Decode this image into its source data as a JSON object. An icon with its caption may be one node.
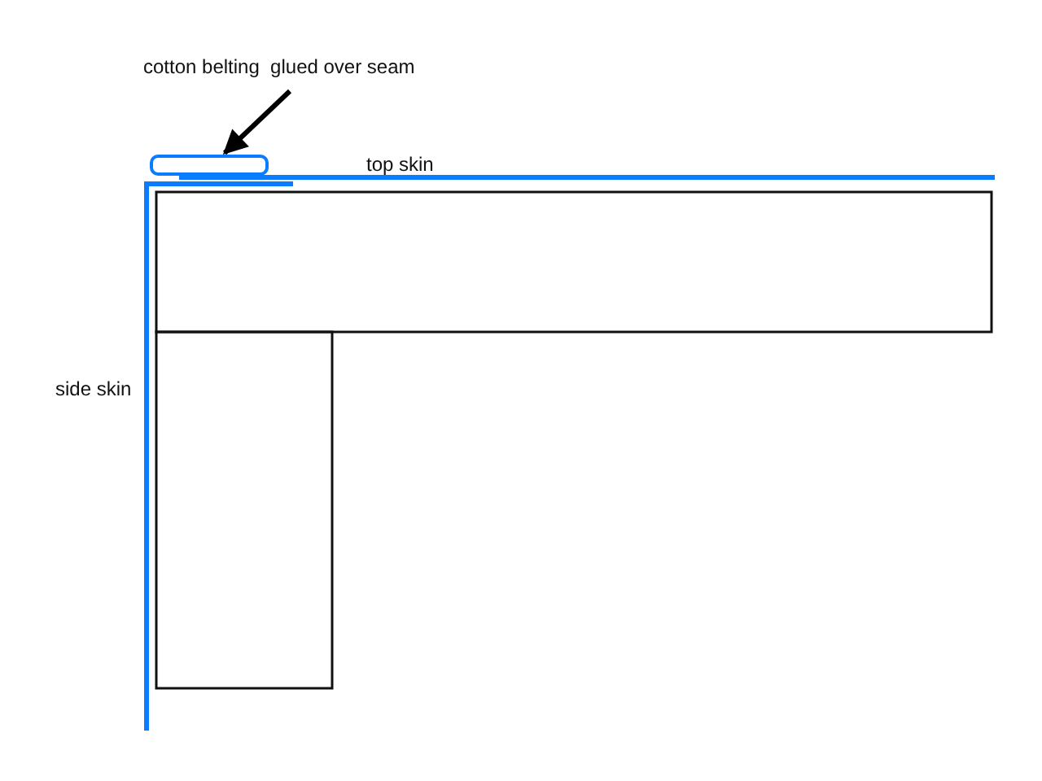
{
  "diagram": {
    "nodes": [
      {
        "text": [
          "cotton belting  glued over seam"
        ]
      },
      {
        "text": [],
        "shape": "box"
      }
    ],
    "edges": [
      {
        "from": 0,
        "to": 1,
        "arrow": "to"
      }
    ],
    "labels": [
      "top skin",
      "side skin"
    ]
  }
}
